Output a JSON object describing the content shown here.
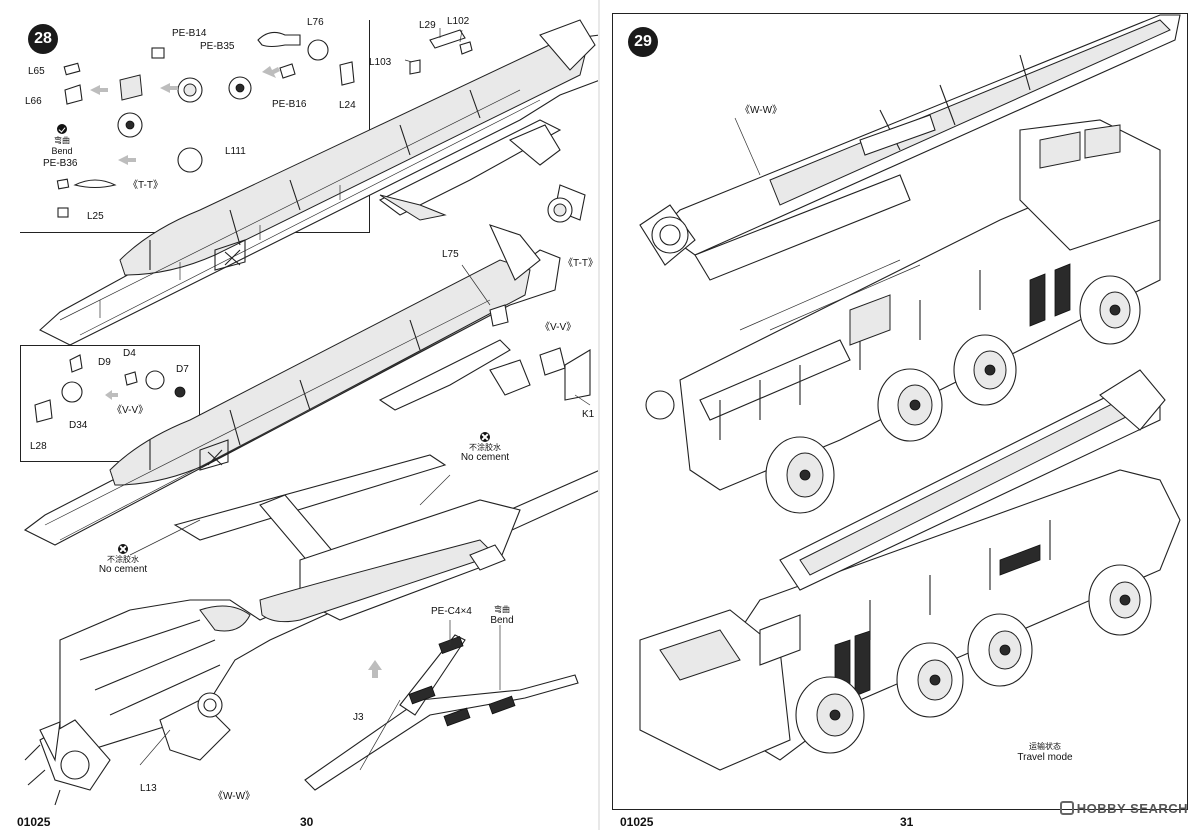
{
  "left_page": {
    "step": "28",
    "page_number": "30",
    "catalog_number": "01025",
    "inset_top": {
      "part_labels": {
        "l65": "L65",
        "l66": "L66",
        "pe_b14": "PE-B14",
        "pe_b35": "PE-B35",
        "l76": "L76",
        "pe_b16": "PE-B16",
        "l24": "L24",
        "l111": "L111",
        "pe_b36": "PE-B36",
        "l25": "L25"
      },
      "bend_zh": "弯曲",
      "bend_en": "Bend",
      "view_label": "《T-T》"
    },
    "inset_mid": {
      "part_labels": {
        "d9": "D9",
        "d4": "D4",
        "d7": "D7",
        "l28": "L28",
        "d34": "D34"
      },
      "view_label": "《V-V》"
    },
    "main": {
      "l29": "L29",
      "l102": "L102",
      "l103": "L103",
      "view_t": "《T-T》",
      "l75": "L75",
      "view_v": "《V-V》",
      "k1": "K1",
      "no_cement_1_zh": "不涂胶水",
      "no_cement_1_en": "No cement",
      "no_cement_2_zh": "不涂胶水",
      "no_cement_2_en": "No cement",
      "pe_c4": "PE-C4×4",
      "bend_zh": "弯曲",
      "bend_en": "Bend",
      "j3": "J3",
      "l13": "L13",
      "view_w": "《W-W》"
    }
  },
  "right_page": {
    "step": "29",
    "page_number": "31",
    "catalog_number": "01025",
    "view_w": "《W-W》",
    "travel_zh": "运输状态",
    "travel_en": "Travel mode"
  },
  "watermark": {
    "text": "HOBBY SEARCH",
    "logo_icon": "hobbysearch-logo-icon"
  }
}
